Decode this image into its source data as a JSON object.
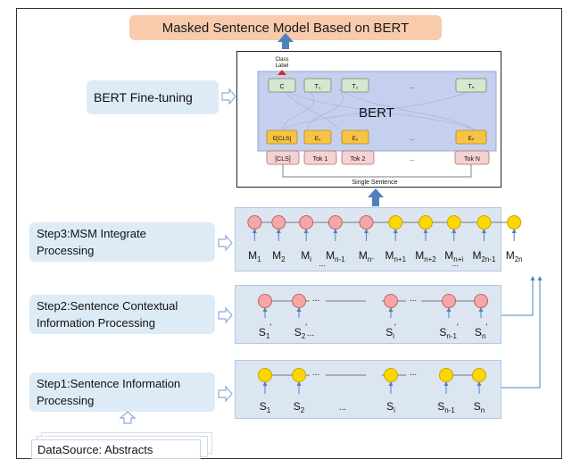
{
  "title": "Masked Sentence Model Based on BERT",
  "steps": {
    "finetune": "BERT Fine-tuning",
    "step3": [
      "Step3:MSM Integrate",
      "Processing"
    ],
    "step2": [
      "Step2:Sentence Contextual",
      "Information Processing"
    ],
    "step1": [
      "Step1:Sentence Information",
      "Processing"
    ]
  },
  "datasource": "DataSource: Abstracts",
  "bert": {
    "class_label": [
      "Class",
      "Label"
    ],
    "core_label": "BERT",
    "top_tokens": [
      "C",
      "T₁",
      "T₂",
      "...",
      "Tₙ"
    ],
    "emb_tokens": [
      "E[CLS]",
      "E₁",
      "E₂",
      "...",
      "Eₙ"
    ],
    "input_tokens": [
      "[CLS]",
      "Tok 1",
      "Tok 2",
      "...",
      "Tok N"
    ],
    "single_sentence": "Single Sentence"
  },
  "step3_nodes": [
    "M1",
    "M2",
    "Mi",
    "Mn-1",
    "Mn.",
    "Mn+1",
    "Mn+2",
    "Mn+i",
    "M2n-1",
    "M2n"
  ],
  "step3_seps": [
    "...",
    "..."
  ],
  "step2_nodes": [
    "S1′",
    "S2′...",
    "Si′",
    "Sn-1′",
    "Sn′"
  ],
  "step2_seps": [
    "...",
    "..."
  ],
  "step1_nodes": [
    "S1",
    "S2",
    "...",
    "Si",
    "Sn-1",
    "Sn"
  ],
  "step1_seps": [
    "...",
    "..."
  ],
  "colors": {
    "pink_node": "#f4a7a7",
    "yellow_node": "#ffd700",
    "arrow": "#4f81bd"
  }
}
